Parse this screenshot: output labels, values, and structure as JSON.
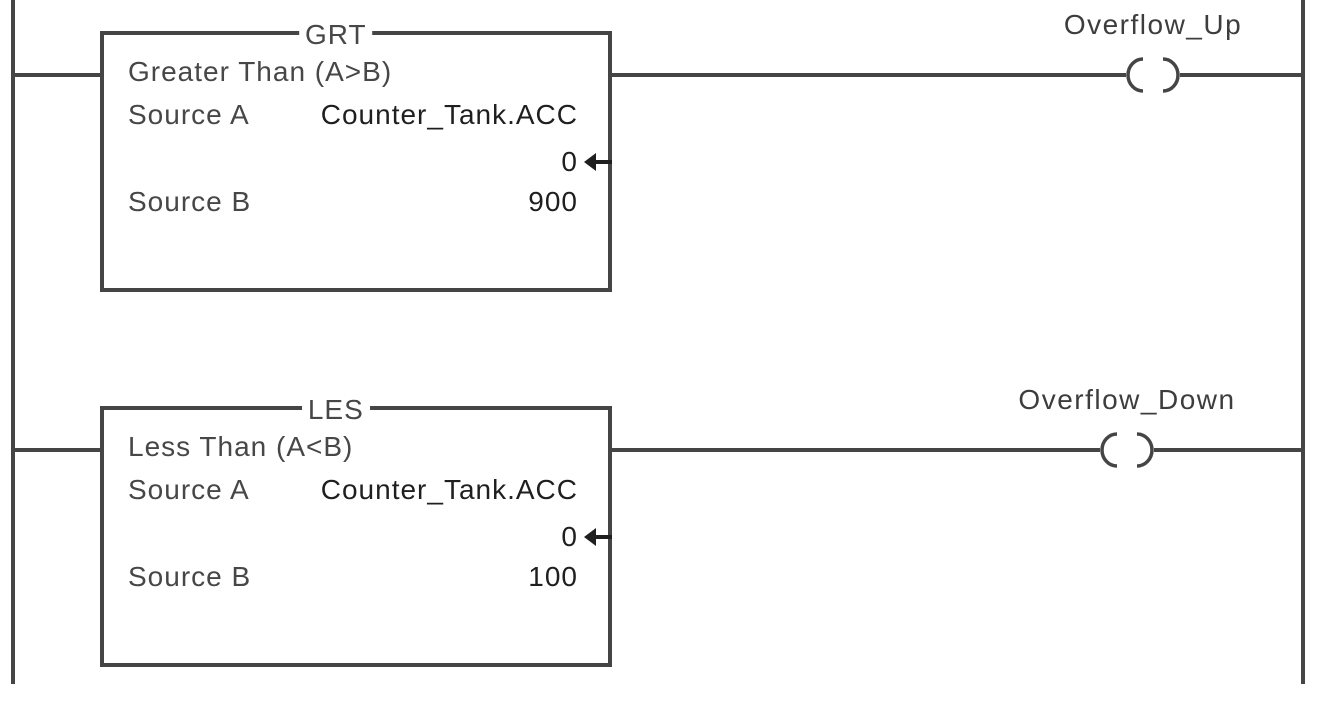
{
  "rungs": [
    {
      "instruction": {
        "mnemonic": "GRT",
        "description": "Greater Than (A>B)",
        "source_a": {
          "label": "Source A",
          "value": "Counter_Tank.ACC",
          "live_value": "0"
        },
        "source_b": {
          "label": "Source B",
          "value": "900"
        }
      },
      "output": {
        "tag": "Overflow_Up",
        "type": "coil"
      }
    },
    {
      "instruction": {
        "mnemonic": "LES",
        "description": "Less Than (A<B)",
        "source_a": {
          "label": "Source A",
          "value": "Counter_Tank.ACC",
          "live_value": "0"
        },
        "source_b": {
          "label": "Source B",
          "value": "100"
        }
      },
      "output": {
        "tag": "Overflow_Down",
        "type": "coil"
      }
    }
  ],
  "icons": {
    "live_data_arrow": "left-arrow",
    "output_coil": "( )"
  },
  "colors": {
    "wire": "#454545",
    "text_label": "#474747",
    "text_value": "#1f1f1f",
    "tag_text": "#3d3d3d",
    "background": "#ffffff"
  }
}
